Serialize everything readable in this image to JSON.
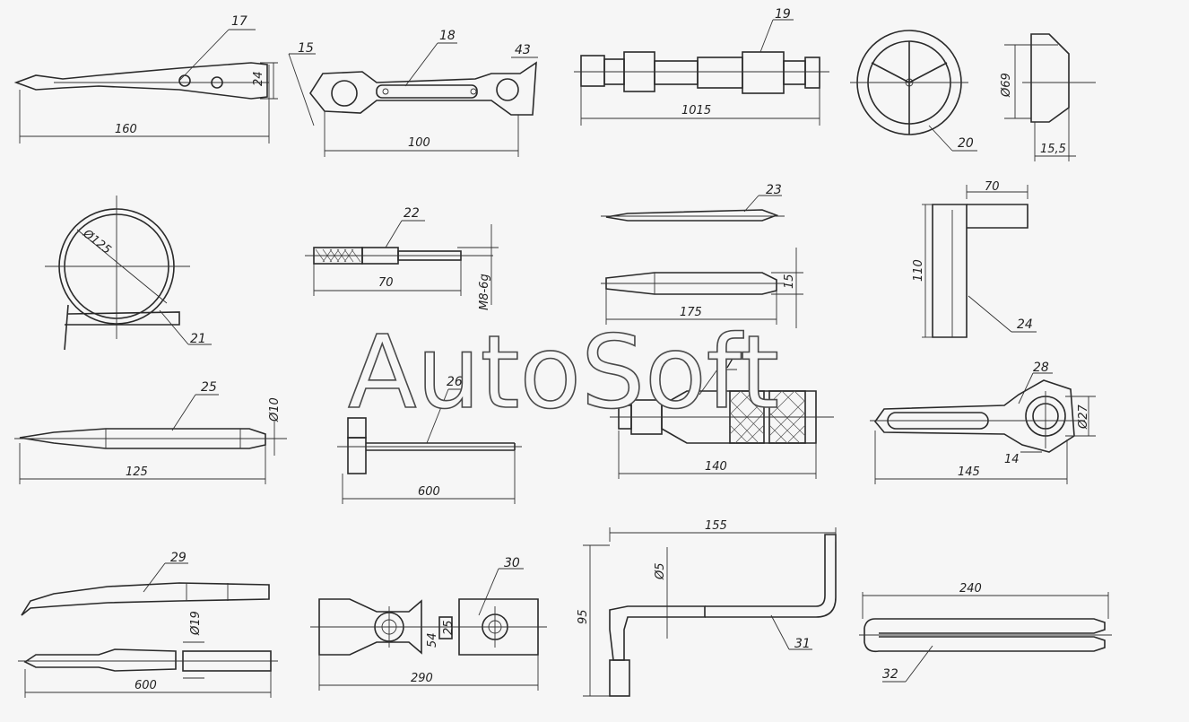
{
  "watermark": "AutoSoft",
  "parts": {
    "p15": "15",
    "p17": "17",
    "p18": "18",
    "p19": "19",
    "p20": "20",
    "p21": "21",
    "p22": "22",
    "p23": "23",
    "p24": "24",
    "p25": "25",
    "p26": "26",
    "p27": "27",
    "p28": "28",
    "p29": "29",
    "p30": "30",
    "p31": "31",
    "p32": "32",
    "p43": "43"
  },
  "dims": {
    "d160": "160",
    "d24": "24",
    "d100": "100",
    "d1015": "1015",
    "d69": "Ø69",
    "d155a": "15,5",
    "d125": "Ø125",
    "d70a": "70",
    "dm8": "M8-6g",
    "d70b": "70",
    "d175": "175",
    "d15": "15",
    "d110": "110",
    "d10": "Ø10",
    "d125b": "125",
    "d600a": "600",
    "d140": "140",
    "d145": "145",
    "d14": "14",
    "d27": "Ø27",
    "d155": "155",
    "d95": "95",
    "d5": "Ø5",
    "d240": "240",
    "d19": "Ø19",
    "d600b": "600",
    "d290": "290",
    "d54": "54",
    "d25": "25"
  }
}
